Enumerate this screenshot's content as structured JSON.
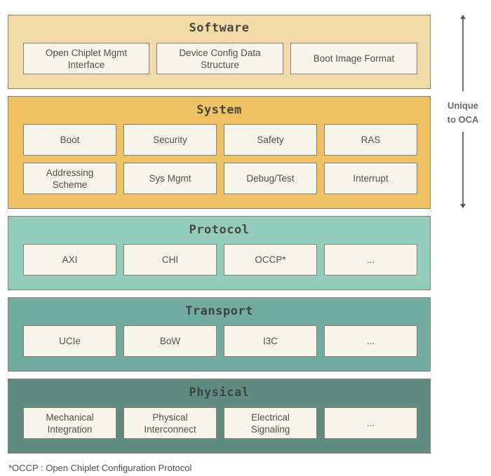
{
  "colors": {
    "software": "#f2dba9",
    "system": "#eec264",
    "protocol": "#94cdbd",
    "transport": "#72ab9f",
    "physical": "#5f8c80",
    "box": "#f7f4ec",
    "border": "#8a8070"
  },
  "layers": {
    "software": {
      "title": "Software",
      "items": [
        "Open Chiplet Mgmt\nInterface",
        "Device Config Data\nStructure",
        "Boot Image Format"
      ]
    },
    "system": {
      "title": "System",
      "items": [
        "Boot",
        "Security",
        "Safety",
        "RAS",
        "Addressing\nScheme",
        "Sys Mgmt",
        "Debug/Test",
        "Interrupt"
      ]
    },
    "protocol": {
      "title": "Protocol",
      "items": [
        "AXI",
        "CHI",
        "OCCP*",
        "..."
      ]
    },
    "transport": {
      "title": "Transport",
      "items": [
        "UCIe",
        "BoW",
        "I3C",
        "..."
      ]
    },
    "physical": {
      "title": "Physical",
      "items": [
        "Mechanical\nIntegration",
        "Physical\nInterconnect",
        "Electrical\nSignaling",
        "..."
      ]
    }
  },
  "side_label": "Unique\nto OCA",
  "footnote": "*OCCP : Open Chiplet Configuration Protocol"
}
